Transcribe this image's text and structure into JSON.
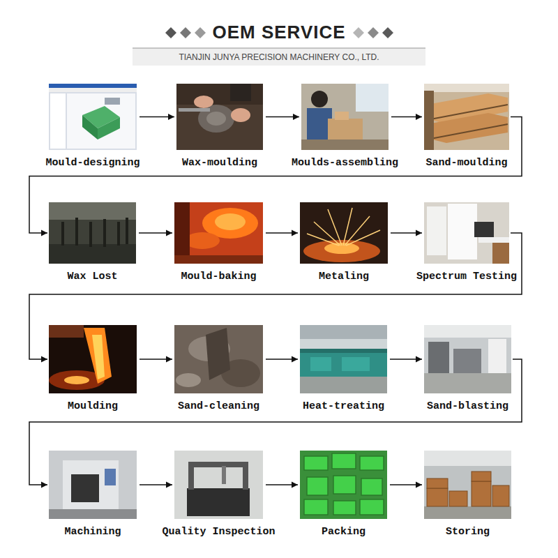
{
  "diagram": {
    "title": "OEM SERVICE",
    "nodes": [
      {
        "text": [
          "Mould-designing"
        ]
      },
      {
        "text": [
          "Wax-moulding"
        ]
      },
      {
        "text": [
          "Moulds-assembling"
        ]
      },
      {
        "text": [
          "Sand-moulding"
        ]
      },
      {
        "text": [
          "Wax Lost"
        ]
      },
      {
        "text": [
          "Mould-baking"
        ]
      },
      {
        "text": [
          "Metaling"
        ]
      },
      {
        "text": [
          "Spectrum Testing"
        ]
      },
      {
        "text": [
          "Moulding"
        ]
      },
      {
        "text": [
          "Sand-cleaning"
        ]
      },
      {
        "text": [
          "Heat-treating"
        ]
      },
      {
        "text": [
          "Sand-blasting"
        ]
      },
      {
        "text": [
          "Machining"
        ]
      },
      {
        "text": [
          "Quality Inspection"
        ]
      },
      {
        "text": [
          "Packing"
        ]
      },
      {
        "text": [
          "Storing"
        ]
      }
    ],
    "edges": [
      {
        "from": 0,
        "to": 1,
        "arrow": "to"
      },
      {
        "from": 1,
        "to": 2,
        "arrow": "to"
      },
      {
        "from": 2,
        "to": 3,
        "arrow": "to"
      },
      {
        "from": 3,
        "to": 4,
        "arrow": "to"
      },
      {
        "from": 4,
        "to": 5,
        "arrow": "to"
      },
      {
        "from": 5,
        "to": 6,
        "arrow": "to"
      },
      {
        "from": 6,
        "to": 7,
        "arrow": "to"
      },
      {
        "from": 7,
        "to": 8,
        "arrow": "to"
      },
      {
        "from": 8,
        "to": 9,
        "arrow": "to"
      },
      {
        "from": 9,
        "to": 10,
        "arrow": "to"
      },
      {
        "from": 10,
        "to": 11,
        "arrow": "to"
      },
      {
        "from": 11,
        "to": 12,
        "arrow": "to"
      },
      {
        "from": 12,
        "to": 13,
        "arrow": "to"
      },
      {
        "from": 13,
        "to": 14,
        "arrow": "to"
      },
      {
        "from": 14,
        "to": 15,
        "arrow": "to"
      }
    ],
    "labels": [
      "TIANJIN JUNYA PRECISION MACHINERY CO., LTD."
    ]
  }
}
